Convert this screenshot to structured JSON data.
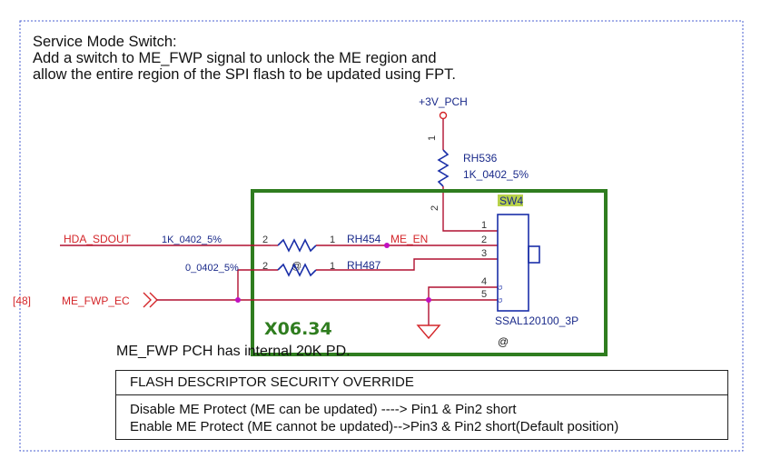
{
  "notes": {
    "title": "Service Mode Switch:",
    "line1": "Add a switch to ME_FWP signal to unlock the ME region and",
    "line2": "allow the entire region of the SPI flash to be updated using FPT.",
    "pd_note": "ME_FWP PCH has internal 20K PD."
  },
  "power": {
    "rail": "+3V_PCH"
  },
  "resistors": {
    "rh536": {
      "ref": "RH536",
      "value": "1K_0402_5%",
      "pin_top": "1",
      "pin_bottom": "2"
    },
    "rh454": {
      "ref": "RH454",
      "value": "1K_0402_5%",
      "pin_left": "2",
      "pin_right": "1"
    },
    "rh487": {
      "ref": "RH487",
      "value": "0_0402_5%",
      "pin_left": "2",
      "pin_right": "1",
      "mark": "@"
    }
  },
  "nets": {
    "hda_sdout": "HDA_SDOUT",
    "me_en": "ME_EN",
    "me_fwp_ec": "ME_FWP_EC",
    "sheet_ref": "[48]"
  },
  "switch": {
    "ref": "SW4",
    "part": "SSAL120100_3P",
    "mark": "@",
    "pins": [
      "1",
      "2",
      "3",
      "4",
      "5"
    ],
    "g_label": "G"
  },
  "highlight": {
    "label": "X06.34"
  },
  "table": {
    "header": "FLASH DESCRIPTOR SECURITY OVERRIDE",
    "row1": "Disable ME Protect (ME can be updated)  ----> Pin1 & Pin2 short",
    "row2": "Enable ME Protect (ME cannot be updated)-->Pin3 & Pin2 short(Default position)"
  },
  "colors": {
    "wire": "#b01030",
    "label_red": "#d4262a",
    "component_blue": "#1a2fa8",
    "text_blue": "#1a2a8a",
    "junction": "#c010c0",
    "highlight_box": "#2f7d1f",
    "refdes_bg": "#b8d24a",
    "page_border": "#4a5fd0"
  }
}
